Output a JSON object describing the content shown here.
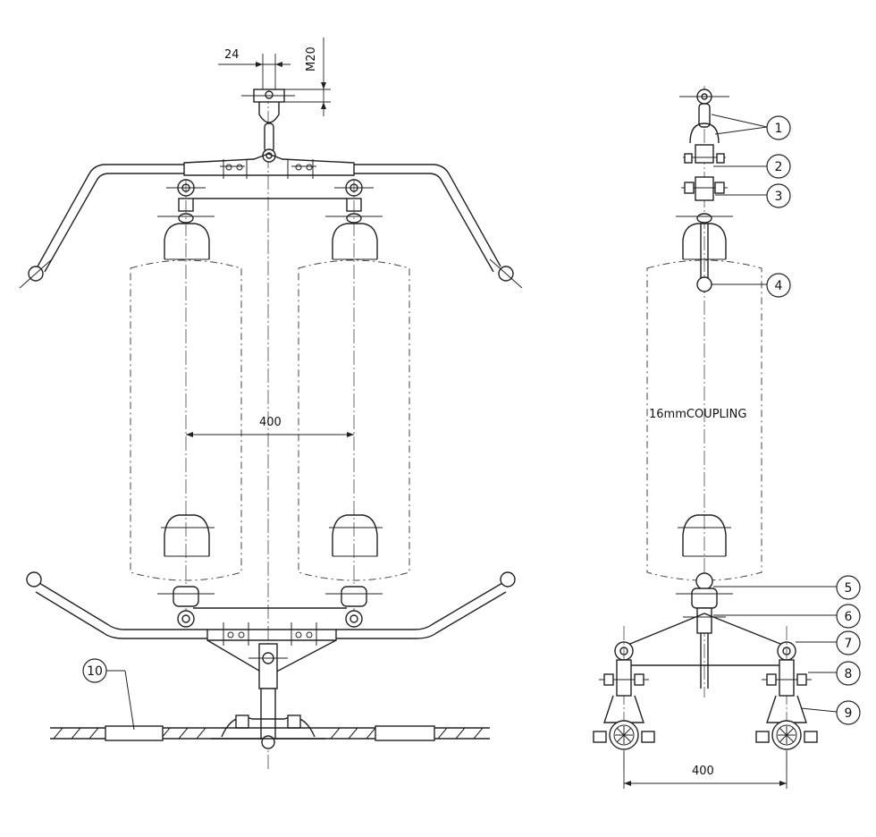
{
  "dimensions": {
    "pin_width": "24",
    "bolt_size": "M20",
    "front_spacing": "400",
    "side_spacing": "400"
  },
  "coupling_label": "16mmCOUPLING",
  "callouts": [
    "1",
    "2",
    "3",
    "4",
    "5",
    "6",
    "7",
    "8",
    "9",
    "10"
  ]
}
